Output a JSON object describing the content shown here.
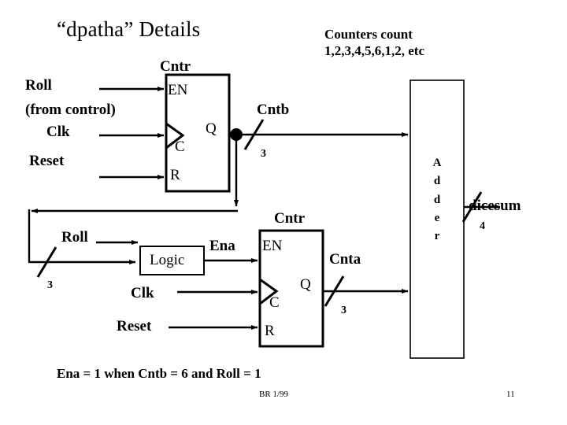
{
  "slide": {
    "title": "“dpatha” Details",
    "note": "Counters count\n1,2,3,4,5,6,1,2, etc",
    "caption": "Ena = 1 when Cntb = 6 and Roll = 1",
    "footer": "BR 1/99",
    "page_number": "11",
    "background_color": "#ffffff",
    "ink_color": "#000000"
  },
  "counter_top": {
    "title": "Cntr",
    "pin_en": "EN",
    "pin_c": "C",
    "pin_r": "R",
    "pin_q": "Q",
    "inputs": [
      {
        "label": "Roll",
        "sublabel": "(from control)"
      },
      {
        "label": "Clk"
      },
      {
        "label": "Reset"
      }
    ],
    "output_signal": "Cntb",
    "output_width": "3"
  },
  "counter_bottom": {
    "title": "Cntr",
    "pin_en": "EN",
    "pin_c": "C",
    "pin_r": "R",
    "pin_q": "Q",
    "inputs": [
      {
        "label": "Roll"
      },
      {
        "label": "Clk"
      },
      {
        "label": "Reset"
      }
    ],
    "enable_signal": "Ena",
    "output_signal": "Cnta",
    "output_width": "3",
    "feedback_width": "3"
  },
  "logic_block": {
    "label": "Logic"
  },
  "adder_block": {
    "letters": [
      "A",
      "d",
      "d",
      "e",
      "r"
    ],
    "output_signal": "dicesum",
    "output_width": "4"
  }
}
